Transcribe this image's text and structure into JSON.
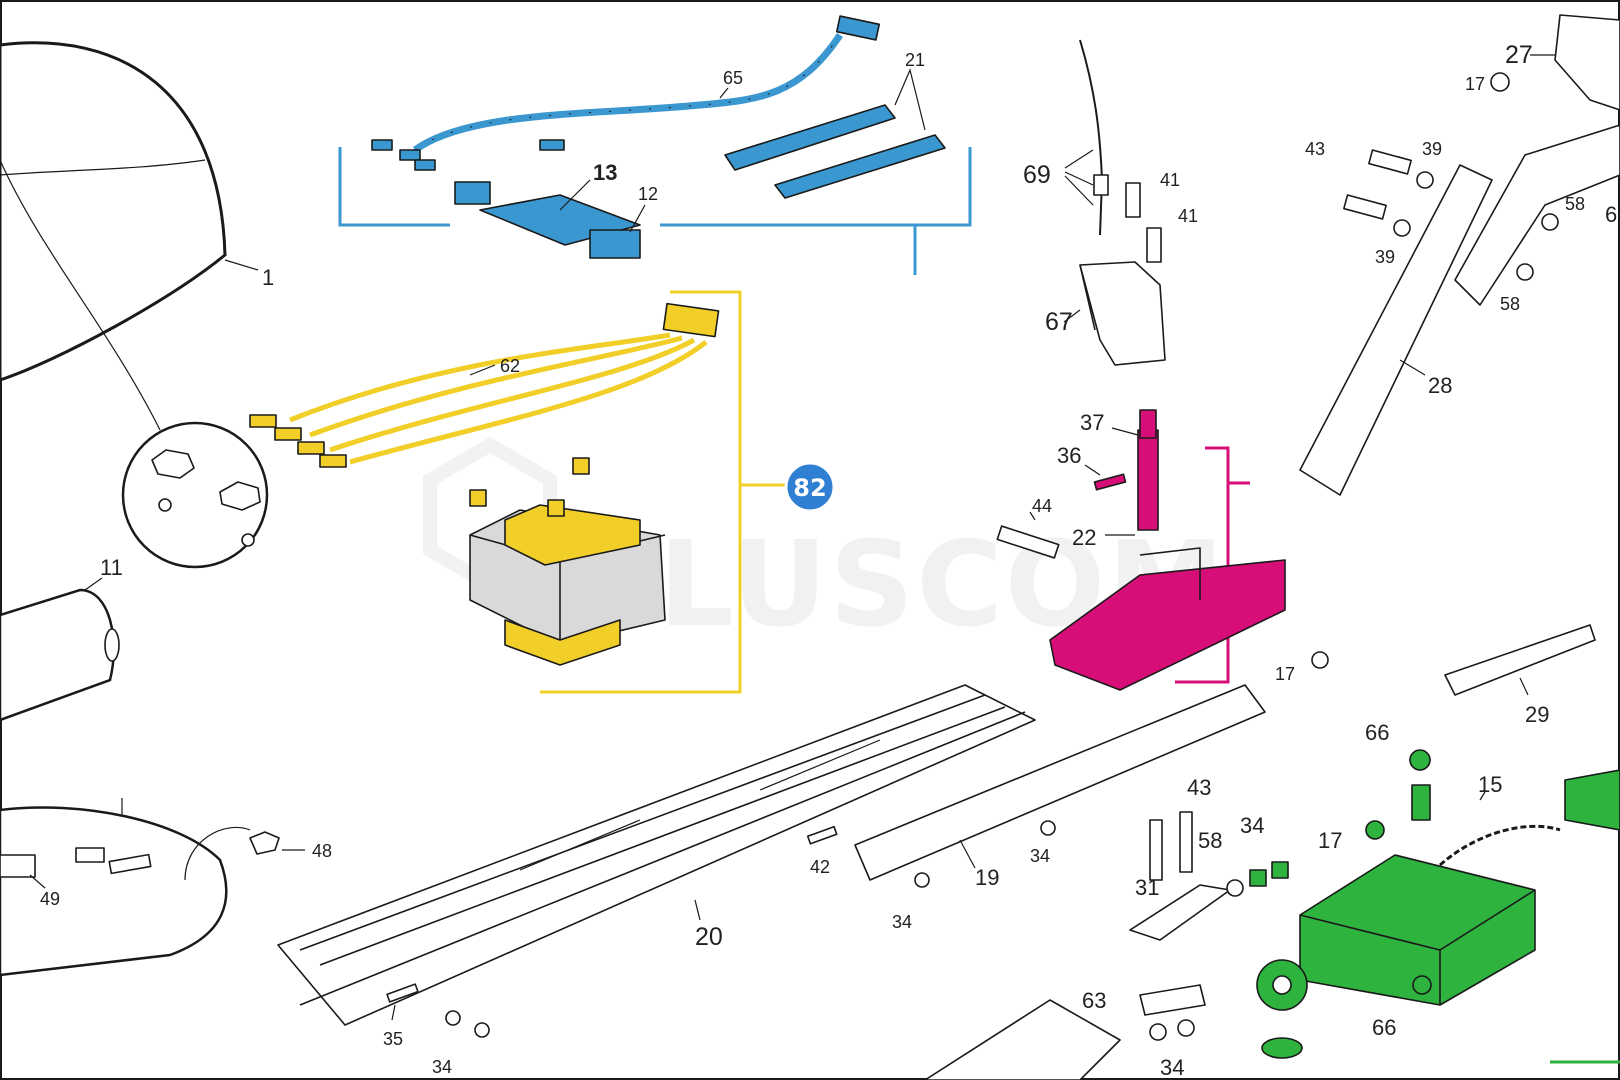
{
  "watermark": "PLUSCOM",
  "kit_badge": "82",
  "colors": {
    "blue_kit": "#3b97cf",
    "yellow_kit": "#f2cf28",
    "magenta_kit": "#d80e78",
    "green_kit": "#2db33e",
    "badge": "#2f7fd3",
    "line": "#1a1a1a"
  },
  "labels": {
    "p1": "1",
    "p11": "11",
    "p12": "12",
    "p13": "13",
    "p15": "15",
    "p17a": "17",
    "p17b": "17",
    "p17c": "17",
    "p19": "19",
    "p20": "20",
    "p21": "21",
    "p22": "22",
    "p27": "27",
    "p28": "28",
    "p29": "29",
    "p31": "31",
    "p34a": "34",
    "p34b": "34",
    "p34c": "34",
    "p34d": "34",
    "p34e": "34",
    "p35": "35",
    "p36": "36",
    "p37": "37",
    "p39a": "39",
    "p39b": "39",
    "p41a": "41",
    "p41b": "41",
    "p42": "42",
    "p43a": "43",
    "p43b": "43",
    "p44": "44",
    "p48": "48",
    "p49": "49",
    "p58a": "58",
    "p58b": "58",
    "p58c": "58",
    "p62": "62",
    "p63": "63",
    "p65": "65",
    "p66a": "66",
    "p66b": "66",
    "p67": "67",
    "p69": "69",
    "p6x": "6"
  }
}
